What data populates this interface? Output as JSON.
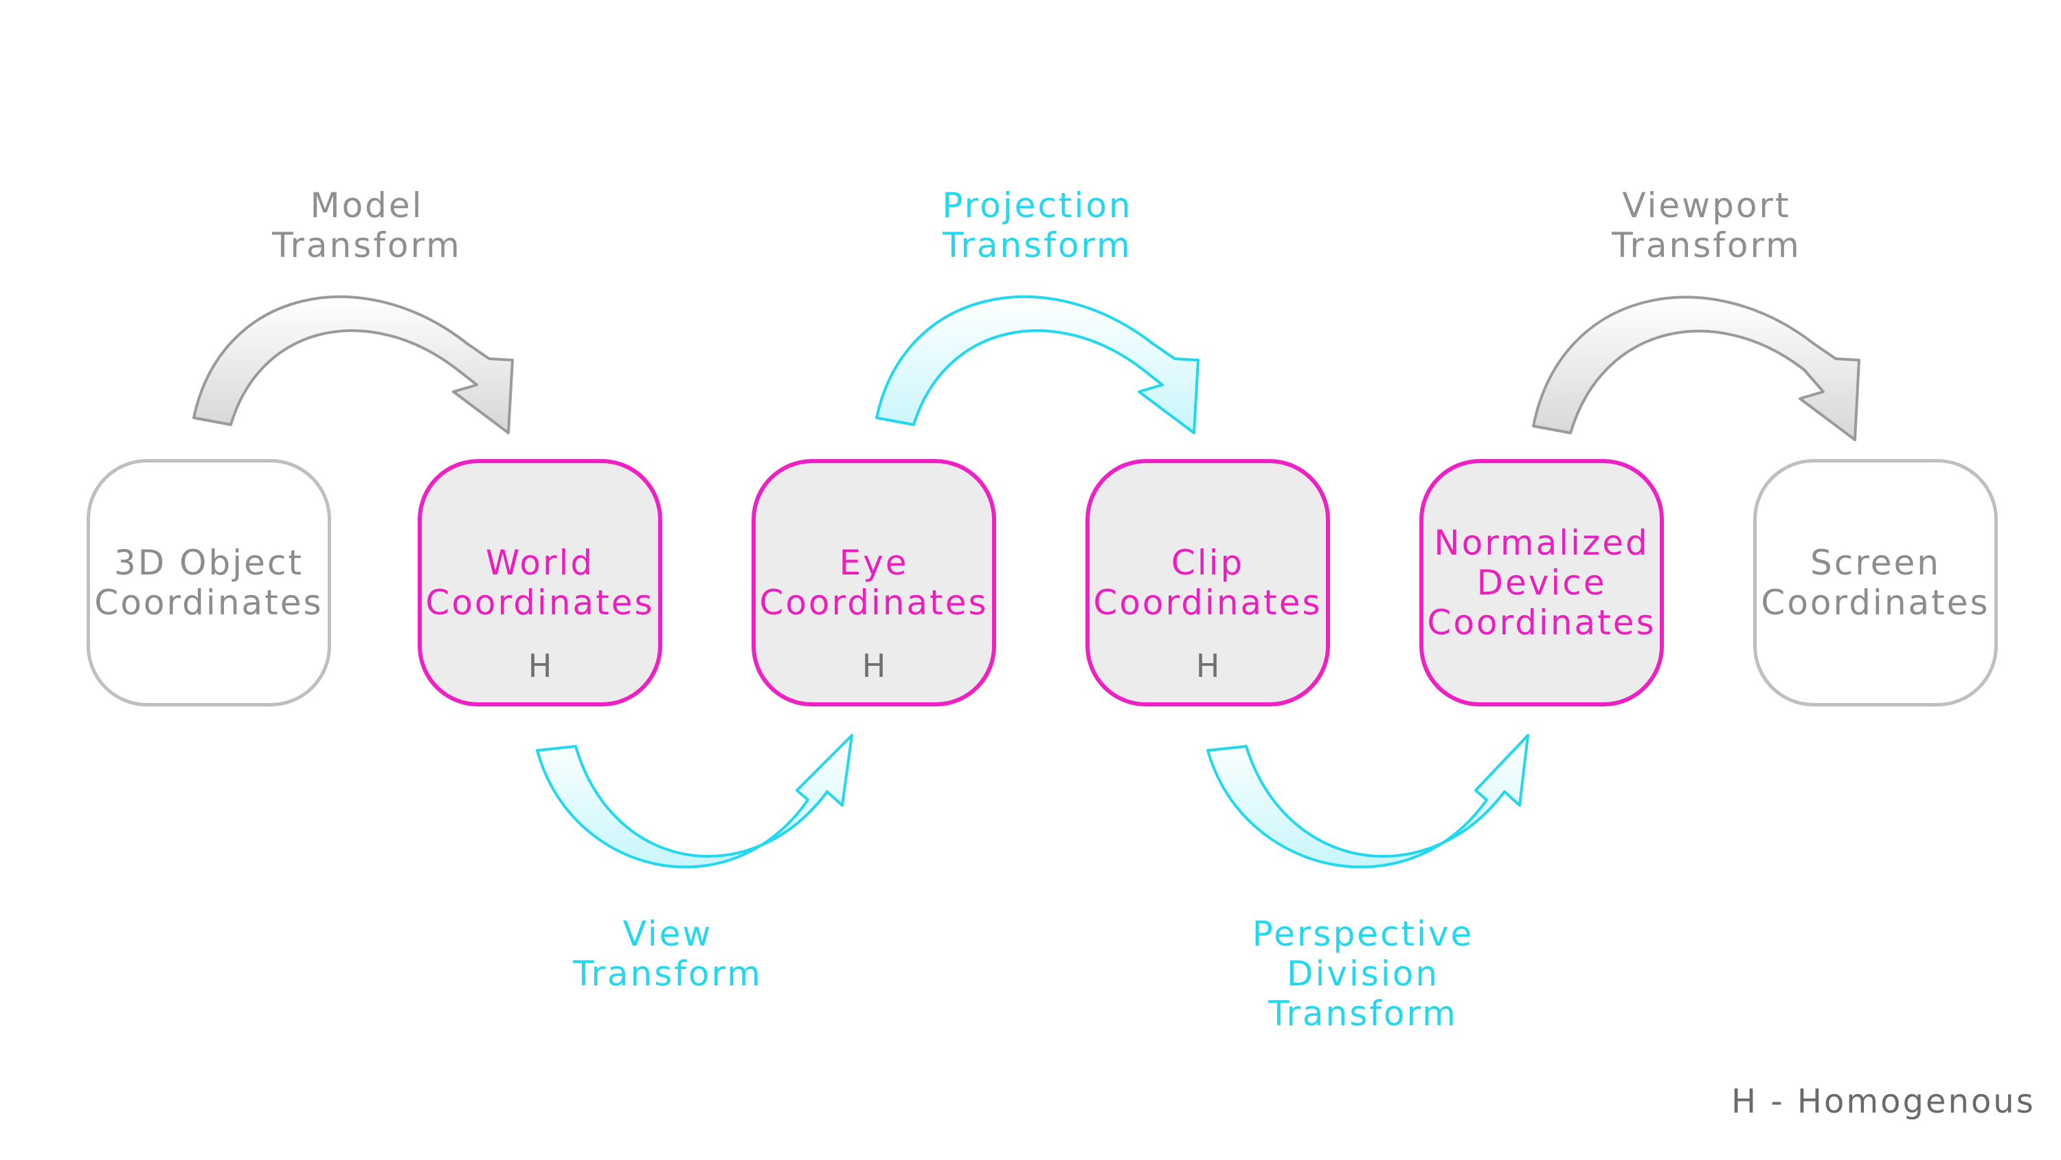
{
  "colors": {
    "homogenous_outline": "#ee22c4",
    "homogenous_text": "#ec1fbe",
    "homogenous_fill": "#ececec",
    "plain_outline": "#bfbfbf",
    "plain_text": "#8c8c8c",
    "transform_gray": "#8f8f8f",
    "transform_cyan": "#22d8ee"
  },
  "stages": [
    {
      "label": "3D Object\nCoordinates",
      "homogenous": false,
      "badge": ""
    },
    {
      "label": "World\nCoordinates",
      "homogenous": true,
      "badge": "H"
    },
    {
      "label": "Eye\nCoordinates",
      "homogenous": true,
      "badge": "H"
    },
    {
      "label": "Clip\nCoordinates",
      "homogenous": true,
      "badge": "H"
    },
    {
      "label": "Normalized\nDevice\nCoordinates",
      "homogenous": true,
      "badge": ""
    },
    {
      "label": "Screen\nCoordinates",
      "homogenous": false,
      "badge": ""
    }
  ],
  "transforms": [
    {
      "label": "Model\nTransform",
      "color": "gray",
      "icon": "curved-arrow-icon"
    },
    {
      "label": "View\nTransform",
      "color": "cyan",
      "icon": "curved-arrow-icon"
    },
    {
      "label": "Projection\nTransform",
      "color": "cyan",
      "icon": "curved-arrow-icon"
    },
    {
      "label": "Perspective\nDivision\nTransform",
      "color": "cyan",
      "icon": "curved-arrow-icon"
    },
    {
      "label": "Viewport\nTransform",
      "color": "gray",
      "icon": "curved-arrow-icon"
    }
  ],
  "legend": "H - Homogenous"
}
